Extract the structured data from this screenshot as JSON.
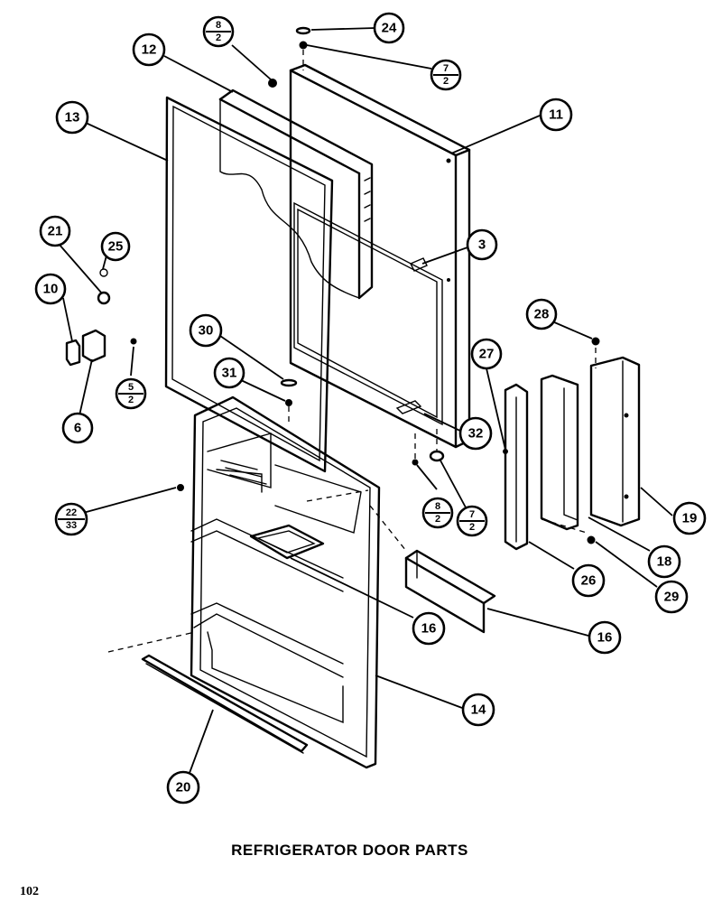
{
  "title": "REFRIGERATOR DOOR PARTS",
  "page_number": "102",
  "callouts": [
    {
      "id": "c24",
      "label": "24"
    },
    {
      "id": "c8a",
      "num": "8",
      "den": "2"
    },
    {
      "id": "c12",
      "label": "12"
    },
    {
      "id": "c7a",
      "num": "7",
      "den": "2"
    },
    {
      "id": "c13",
      "label": "13"
    },
    {
      "id": "c11",
      "label": "11"
    },
    {
      "id": "c21",
      "label": "21"
    },
    {
      "id": "c25",
      "label": "25"
    },
    {
      "id": "c3",
      "label": "3"
    },
    {
      "id": "c10",
      "label": "10"
    },
    {
      "id": "c28",
      "label": "28"
    },
    {
      "id": "c30",
      "label": "30"
    },
    {
      "id": "c27",
      "label": "27"
    },
    {
      "id": "c31",
      "label": "31"
    },
    {
      "id": "c5a",
      "num": "5",
      "den": "2"
    },
    {
      "id": "c6",
      "label": "6"
    },
    {
      "id": "c32",
      "label": "32"
    },
    {
      "id": "c22",
      "num": "22",
      "den": "33"
    },
    {
      "id": "c8b",
      "num": "8",
      "den": "2"
    },
    {
      "id": "c7b",
      "num": "7",
      "den": "2"
    },
    {
      "id": "c19",
      "label": "19"
    },
    {
      "id": "c26",
      "label": "26"
    },
    {
      "id": "c18",
      "label": "18"
    },
    {
      "id": "c29",
      "label": "29"
    },
    {
      "id": "c16a",
      "label": "16"
    },
    {
      "id": "c16b",
      "label": "16"
    },
    {
      "id": "c14",
      "label": "14"
    },
    {
      "id": "c20",
      "label": "20"
    }
  ]
}
